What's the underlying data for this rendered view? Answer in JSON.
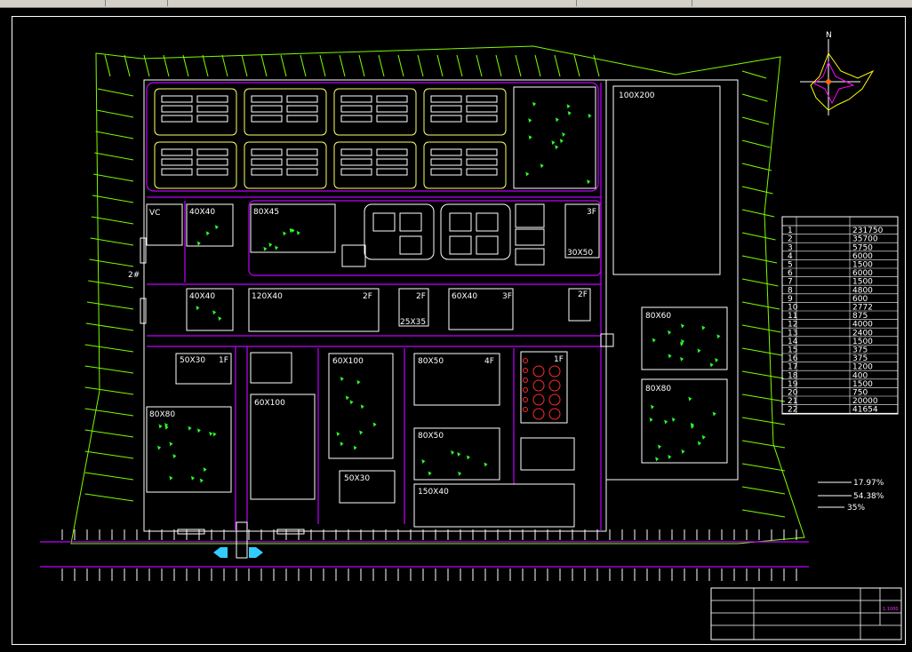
{
  "diagram": {
    "compass_label": "N",
    "blocks": {
      "b100x200": "100X200",
      "b80x45": "80X45",
      "b40x40a": "40X40",
      "b40x40b": "40X40",
      "b3f": "3F",
      "b30x50": "30X50",
      "b120x40": "120X40",
      "b120x40_floor": "2F",
      "b2f_small": "2F",
      "b25x35": "25X35",
      "b60x40": "60X40",
      "b60x40_floor": "3F",
      "b2f_right": "2F",
      "b80x60": "80X60",
      "b50x30": "50X30",
      "b50x30_floor": "1F",
      "b60x100a": "60X100",
      "b80x50a": "80X50",
      "b80x50a_floor": "4F",
      "b1f_tanks": "1F",
      "b80x80_right": "80X80",
      "b80x80_left": "80X80",
      "b60x100b": "60X100",
      "b80x50b": "80X50",
      "b50x30b": "50X30",
      "b150x40": "150X40",
      "vc": "VC",
      "road_2": "2#"
    },
    "table": {
      "rows": [
        {
          "no": "1",
          "val": "231750"
        },
        {
          "no": "2",
          "val": "35700"
        },
        {
          "no": "3",
          "val": "5750"
        },
        {
          "no": "4",
          "val": "6000"
        },
        {
          "no": "5",
          "val": "1500"
        },
        {
          "no": "6",
          "val": "6000"
        },
        {
          "no": "7",
          "val": "1500"
        },
        {
          "no": "8",
          "val": "4800"
        },
        {
          "no": "9",
          "val": "600"
        },
        {
          "no": "10",
          "val": "2772"
        },
        {
          "no": "11",
          "val": "875"
        },
        {
          "no": "12",
          "val": "4000"
        },
        {
          "no": "13",
          "val": "2400"
        },
        {
          "no": "14",
          "val": "1500"
        },
        {
          "no": "15",
          "val": "375"
        },
        {
          "no": "16",
          "val": "375"
        },
        {
          "no": "17",
          "val": "1200"
        },
        {
          "no": "18",
          "val": "400"
        },
        {
          "no": "19",
          "val": "1500"
        },
        {
          "no": "20",
          "val": "750"
        },
        {
          "no": "21",
          "val": "20000"
        },
        {
          "no": "22",
          "val": "41654"
        }
      ]
    },
    "ratios": {
      "r1": "17.97%",
      "r2": "54.38%",
      "r3": "35%"
    },
    "title_block": {
      "scale": "1:1000"
    }
  },
  "colors": {
    "boundary": "#7cfc00",
    "road": "#c000ff",
    "building": "#ffffff",
    "greenhouse": "#ffff66",
    "tree": "#2cff2c",
    "background": "#000000"
  }
}
